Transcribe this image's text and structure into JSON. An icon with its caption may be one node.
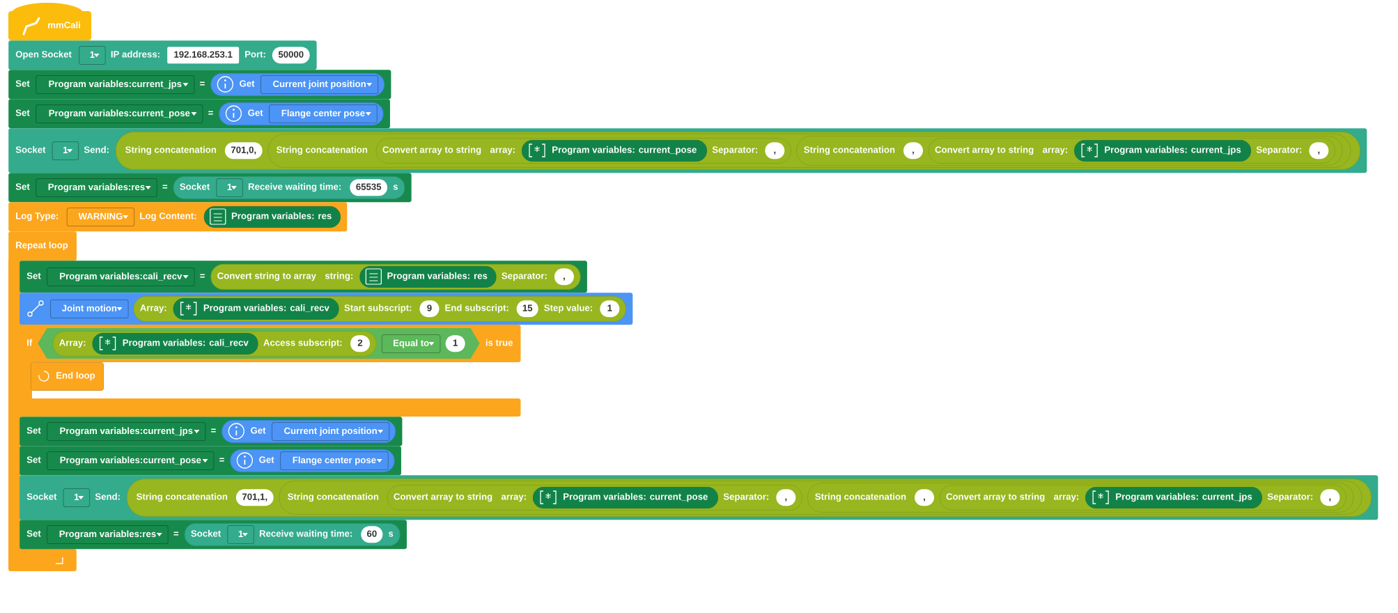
{
  "diagram": {
    "nodes": [
      {
        "text": [
          "mmCali"
        ]
      },
      {
        "text": [
          "Open Socket",
          "IP address:",
          "Port:"
        ]
      },
      {
        "text": [
          "1"
        ],
        "in": 1
      },
      {
        "text": [
          "192.168.253.1"
        ],
        "in": 1
      },
      {
        "text": [
          "50000"
        ],
        "in": 1
      },
      {
        "text": [
          "Set",
          "="
        ]
      },
      {
        "text": [
          "Program variables:current_jps"
        ],
        "in": 5
      },
      {
        "text": [
          "Get"
        ],
        "in": 5
      },
      {
        "text": [
          "Current joint position"
        ],
        "in": 7
      },
      {
        "text": [
          "Set",
          "="
        ]
      },
      {
        "text": [
          "Program variables:current_pose"
        ],
        "in": 9
      },
      {
        "text": [
          "Get"
        ],
        "in": 9
      },
      {
        "text": [
          "Flange center pose"
        ],
        "in": 11
      },
      {
        "text": [
          "Socket",
          "Send:"
        ]
      },
      {
        "text": [
          "1"
        ],
        "in": 13
      },
      {
        "text": [
          "String concatenation"
        ],
        "in": 13
      },
      {
        "text": [
          "701,0,"
        ],
        "in": 15
      },
      {
        "text": [
          "String concatenation"
        ],
        "in": 15
      },
      {
        "text": [
          "Convert array to string",
          "array:",
          "Separator:"
        ],
        "in": 17
      },
      {
        "text": [
          "Program variables: current_pose"
        ],
        "in": 18
      },
      {
        "text": [
          ","
        ],
        "in": 18
      },
      {
        "text": [
          "String concatenation"
        ],
        "in": 17
      },
      {
        "text": [
          ","
        ],
        "in": 21
      },
      {
        "text": [
          "Convert array to string",
          "array:",
          "Separator:"
        ],
        "in": 21
      },
      {
        "text": [
          "Program variables: current_jps"
        ],
        "in": 23
      },
      {
        "text": [
          ","
        ],
        "in": 23
      },
      {
        "text": [
          "Set",
          "="
        ]
      },
      {
        "text": [
          "Program variables:res"
        ],
        "in": 26
      },
      {
        "text": [
          "Socket",
          "Receive waiting time:",
          "s"
        ],
        "in": 26
      },
      {
        "text": [
          "1"
        ],
        "in": 28
      },
      {
        "text": [
          "65535"
        ],
        "in": 28
      },
      {
        "text": [
          "Log Type:",
          "Log Content:"
        ]
      },
      {
        "text": [
          "WARNING"
        ],
        "in": 31
      },
      {
        "text": [
          "Program variables: res"
        ],
        "in": 31
      },
      {
        "text": [
          "Repeat loop"
        ]
      },
      {
        "text": [
          "Set",
          "="
        ]
      },
      {
        "text": [
          "Program variables:cali_recv"
        ],
        "in": 35
      },
      {
        "text": [
          "Convert string to array",
          "string:",
          "Separator:"
        ],
        "in": 35
      },
      {
        "text": [
          "Program variables: res"
        ],
        "in": 37
      },
      {
        "text": [
          ","
        ],
        "in": 37
      },
      {
        "text": [],
        "shape": "box"
      },
      {
        "text": [
          "Joint motion"
        ],
        "in": 40
      },
      {
        "text": [
          "Array:",
          "Start subscript:",
          "End subscript:",
          "Step value:"
        ],
        "in": 40
      },
      {
        "text": [
          "Program variables: cali_recv"
        ],
        "in": 42
      },
      {
        "text": [
          "9"
        ],
        "in": 42
      },
      {
        "text": [
          "15"
        ],
        "in": 42
      },
      {
        "text": [
          "1"
        ],
        "in": 42
      },
      {
        "text": [
          "If",
          "is true"
        ]
      },
      {
        "text": [],
        "shape": "hexagon",
        "in": 47
      },
      {
        "text": [
          "Array:",
          "Access subscript:"
        ],
        "in": 48
      },
      {
        "text": [
          "Program variables: cali_recv"
        ],
        "in": 49
      },
      {
        "text": [
          "2"
        ],
        "in": 49
      },
      {
        "text": [
          "Equal to"
        ],
        "in": 48
      },
      {
        "text": [
          "1"
        ],
        "in": 48
      },
      {
        "text": [
          "End loop"
        ],
        "in": 47
      },
      {
        "text": [
          "Set",
          "="
        ]
      },
      {
        "text": [
          "Program variables:current_jps"
        ],
        "in": 55
      },
      {
        "text": [
          "Get"
        ],
        "in": 55
      },
      {
        "text": [
          "Current joint position"
        ],
        "in": 57
      },
      {
        "text": [
          "Set",
          "="
        ]
      },
      {
        "text": [
          "Program variables:current_pose"
        ],
        "in": 59
      },
      {
        "text": [
          "Get"
        ],
        "in": 59
      },
      {
        "text": [
          "Flange center pose"
        ],
        "in": 61
      },
      {
        "text": [
          "Socket",
          "Send:"
        ]
      },
      {
        "text": [
          "1"
        ],
        "in": 63
      },
      {
        "text": [
          "String concatenation"
        ],
        "in": 63
      },
      {
        "text": [
          "701,1,"
        ],
        "in": 65
      },
      {
        "text": [
          "String concatenation"
        ],
        "in": 65
      },
      {
        "text": [
          "Convert array to string",
          "array:",
          "Separator:"
        ],
        "in": 67
      },
      {
        "text": [
          "Program variables: current_pose"
        ],
        "in": 68
      },
      {
        "text": [
          ","
        ],
        "in": 68
      },
      {
        "text": [
          "String concatenation"
        ],
        "in": 67
      },
      {
        "text": [
          ","
        ],
        "in": 71
      },
      {
        "text": [
          "Convert array to string",
          "array:",
          "Separator:"
        ],
        "in": 71
      },
      {
        "text": [
          "Program variables: current_jps"
        ],
        "in": 73
      },
      {
        "text": [
          ","
        ],
        "in": 73
      },
      {
        "text": [
          "Set",
          "="
        ]
      },
      {
        "text": [
          "Program variables:res"
        ],
        "in": 76
      },
      {
        "text": [
          "Socket",
          "Receive waiting time:",
          "s"
        ],
        "in": 76
      },
      {
        "text": [
          "1"
        ],
        "in": 78
      },
      {
        "text": [
          "60"
        ],
        "in": 78
      }
    ]
  }
}
